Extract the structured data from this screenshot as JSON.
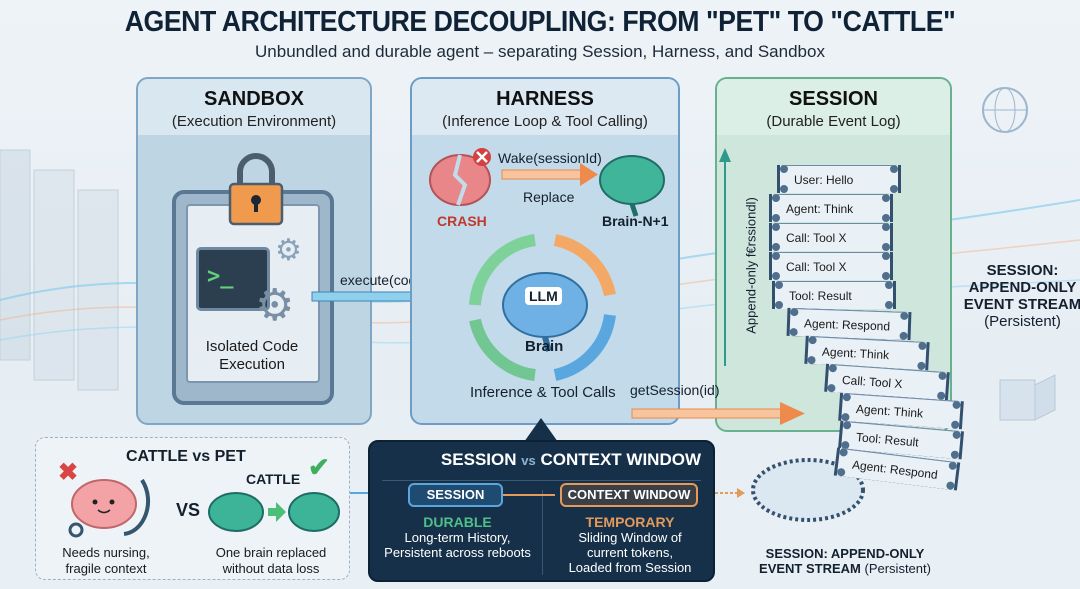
{
  "header": {
    "title": "AGENT ARCHITECTURE DECOUPLING: FROM \"PET\" TO \"CATTLE\"",
    "subtitle": "Unbundled and durable agent – separating Session, Harness, and Sandbox"
  },
  "sandbox": {
    "title": "SANDBOX",
    "subtitle": "(Execution Environment)",
    "caption": "Isolated Code Execution",
    "terminal_prompt": ">_",
    "icons": [
      "lock-icon",
      "terminal-icon",
      "gear-icon"
    ]
  },
  "harness": {
    "title": "HARNESS",
    "subtitle": "(Inference Loop & Tool Calling)",
    "crash_label": "CRASH",
    "wake_label": "Wake(sessionId)",
    "replace_label": "Replace",
    "new_brain_label": "Brain-N+1",
    "llm_label": "LLM",
    "brain_label": "Brain",
    "loop_label": "Inference & Tool Calls"
  },
  "session": {
    "title": "SESSION",
    "subtitle": "(Durable Event Log)",
    "vertical_label": "Append-only f€rssiondl)",
    "events": [
      "User: Hello",
      "Agent: Think",
      "Call: Tool X",
      "Call: Tool X",
      "Tool: Result",
      "Agent: Respond",
      "Agent: Think",
      "Call: Tool X",
      "Agent: Think",
      "Tool: Result",
      "Agent: Respond"
    ],
    "side_label_line1": "SESSION:",
    "side_label_line2": "APPEND-ONLY",
    "side_label_line3": "EVENT STREAM",
    "side_label_line4": "(Persistent)",
    "bottom_label_bold": "SESSION: APPEND-ONLY",
    "bottom_label_bold2": "EVENT STREAM",
    "bottom_label_plain": "(Persistent)"
  },
  "arrows": {
    "execute": "execute(code)",
    "get_session": "getSession(id)"
  },
  "cattle_vs_pet": {
    "title": "CATTLE vs PET",
    "vs": "VS",
    "cattle_label": "CATTLE",
    "pet_caption_1": "Needs nursing,",
    "pet_caption_2": "fragile context",
    "cattle_caption_1": "One brain replaced",
    "cattle_caption_2": "without data loss"
  },
  "session_vs_context": {
    "title_a": "SESSION",
    "title_vs": "vs",
    "title_b": "CONTEXT WINDOW",
    "session_pill": "SESSION",
    "context_pill": "CONTEXT WINDOW",
    "session_kind": "DURABLE",
    "session_desc_1": "Long-term History,",
    "session_desc_2": "Persistent across reboots",
    "context_kind": "TEMPORARY",
    "context_desc_1": "Sliding Window of",
    "context_desc_2": "current tokens,",
    "context_desc_3": "Loaded from Session"
  },
  "colors": {
    "title": "#0f2236",
    "crash": "#c0392b",
    "durable": "#4fbf8a",
    "temporary": "#e39a5a",
    "orange_arrow": "#f0925a",
    "green_check": "#3fae5f",
    "navy_box": "#163049"
  }
}
